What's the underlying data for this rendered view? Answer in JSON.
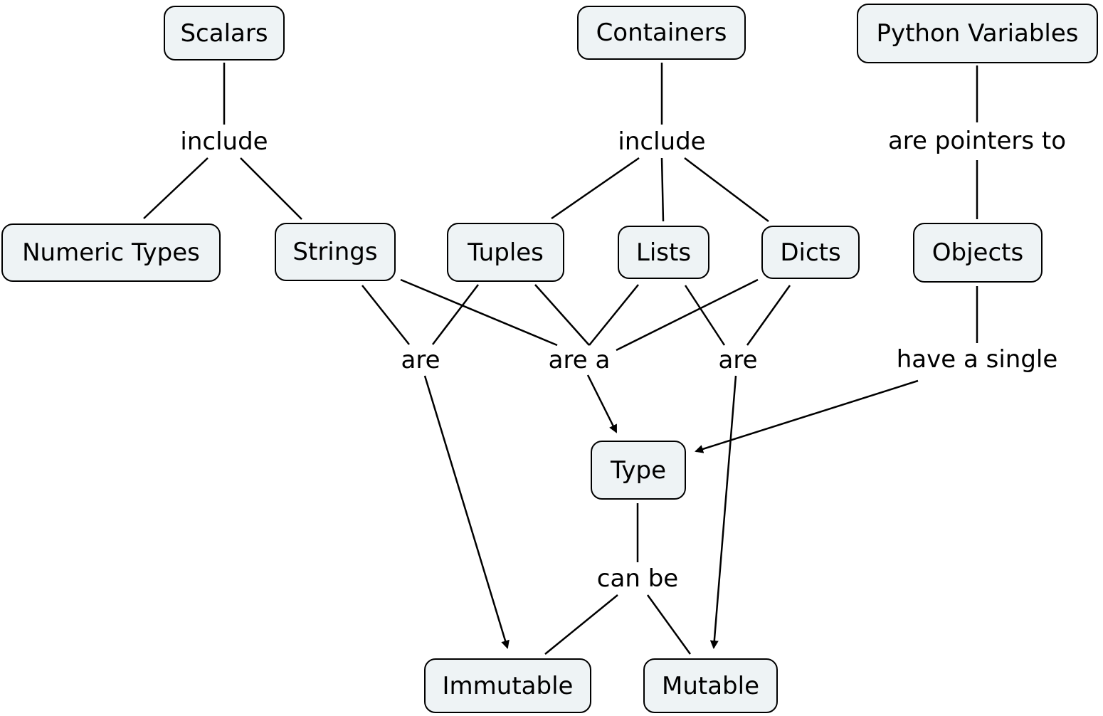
{
  "nodes": {
    "scalars": "Scalars",
    "containers": "Containers",
    "python_variables": "Python Variables",
    "numeric_types": "Numeric Types",
    "strings": "Strings",
    "tuples": "Tuples",
    "lists": "Lists",
    "dicts": "Dicts",
    "objects": "Objects",
    "type": "Type",
    "immutable": "Immutable",
    "mutable": "Mutable"
  },
  "links": {
    "scalars_include": "include",
    "containers_include": "include",
    "are_pointers_to": "are pointers to",
    "are_left": "are",
    "are_a": "are a",
    "are_right": "are",
    "have_a_single": "have a single",
    "can_be": "can be"
  }
}
